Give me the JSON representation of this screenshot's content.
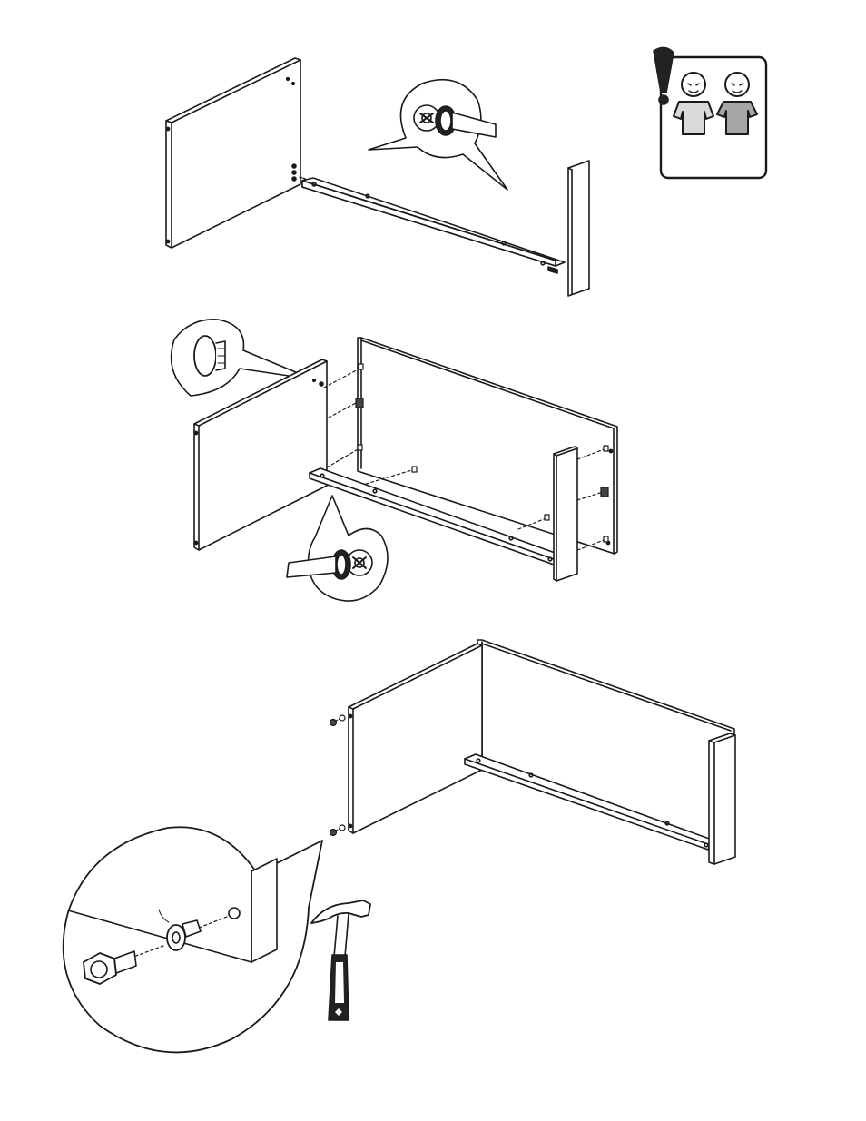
{
  "page": {
    "background": "#ffffff",
    "stroke_color": "#1a1a1a",
    "fill_light": "#d9d9d9",
    "fill_mid": "#a6a6a6",
    "fill_dark": "#222222"
  },
  "steps": [
    {
      "name": "step-1",
      "description_icons": [
        "screwdriver-icon",
        "cam-lock-icon"
      ]
    },
    {
      "name": "step-2",
      "description_icons": [
        "dowel-icon",
        "screwdriver-icon",
        "cam-lock-icon"
      ]
    },
    {
      "name": "step-3",
      "description_icons": [
        "leveling-foot-icon",
        "hammer-icon"
      ]
    }
  ],
  "warning": {
    "icon": "two-persons-warning-icon",
    "persons": 2
  }
}
